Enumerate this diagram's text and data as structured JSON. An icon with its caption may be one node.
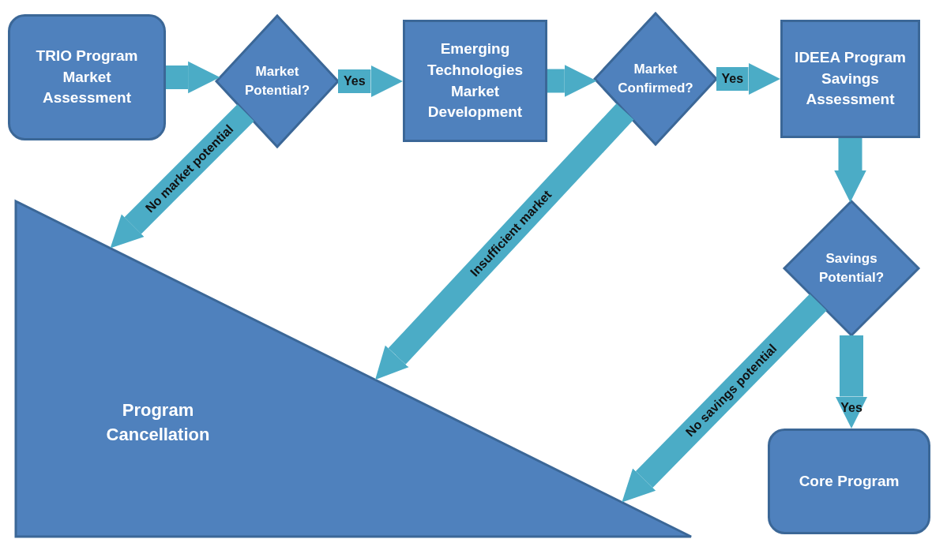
{
  "diagram": {
    "nodes": [
      {
        "text": [
          "TRIO Program Market Assessment"
        ]
      },
      {
        "text": [
          "Market Potential?"
        ]
      },
      {
        "text": [
          "Emerging Technologies Market Development"
        ]
      },
      {
        "text": [
          "Market Confirmed?"
        ]
      },
      {
        "text": [
          "IDEEA Program Savings Assessment"
        ]
      },
      {
        "text": [
          "Savings Potential?"
        ]
      },
      {
        "text": [
          "Core Program"
        ]
      },
      {
        "text": [
          "Program Cancellation"
        ]
      }
    ],
    "edges": [
      {
        "from": 0,
        "to": 1,
        "arrow": "to"
      },
      {
        "from": 1,
        "to": 2,
        "arrow": "to",
        "label": "Yes"
      },
      {
        "from": 2,
        "to": 3,
        "arrow": "to"
      },
      {
        "from": 3,
        "to": 4,
        "arrow": "to",
        "label": "Yes"
      },
      {
        "from": 4,
        "to": 5,
        "arrow": "to"
      },
      {
        "from": 5,
        "to": 6,
        "arrow": "to",
        "label": "Yes"
      },
      {
        "from": 1,
        "to": 7,
        "arrow": "to",
        "label": "No market potential"
      },
      {
        "from": 3,
        "to": 7,
        "arrow": "to",
        "label": "Insufficient market"
      },
      {
        "from": 5,
        "to": 7,
        "arrow": "to",
        "label": "No savings potential"
      }
    ]
  }
}
